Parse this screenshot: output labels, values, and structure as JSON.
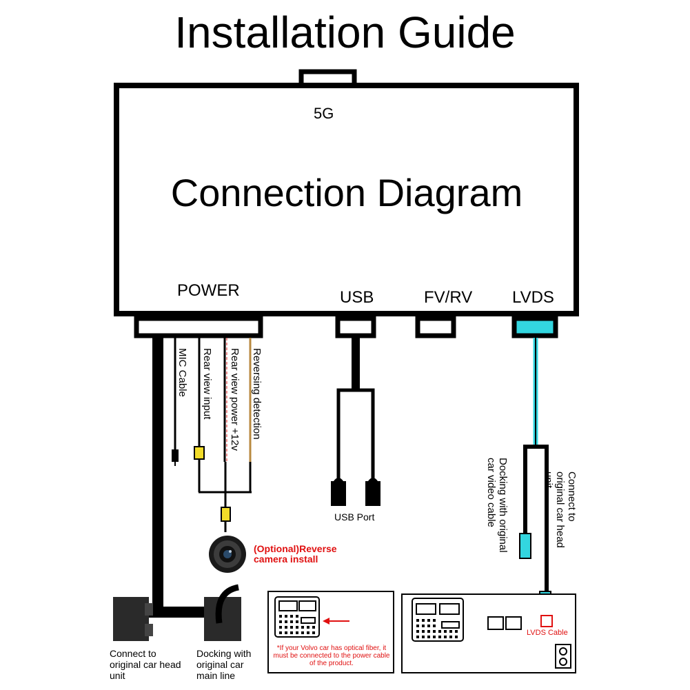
{
  "title": "Installation Guide",
  "box": {
    "top_label": "5G",
    "center_title": "Connection Diagram"
  },
  "ports": {
    "power": "POWER",
    "usb": "USB",
    "fvrv": "FV/RV",
    "lvds": "LVDS"
  },
  "wires": {
    "mic": "MIC Cable",
    "rear_input": "Rear view input",
    "rear_power": "Rear view power +12v",
    "reversing": "Reversing detection"
  },
  "usb_port_label": "USB Port",
  "camera_label_line1": "(Optional)Reverse",
  "camera_label_line2": "camera install",
  "lvds_branches": {
    "docking": "Docking with original car video cable",
    "connect": "Connect to original car head unit"
  },
  "bottom_labels": {
    "head_unit": "Connect to original car head unit",
    "main_line": "Docking with original car main line"
  },
  "volvo_note": "*If your Volvo car has optical fiber, it must be connected to the power cable of the product.",
  "lvds_cable_label": "LVDS Cable",
  "colors": {
    "lvds": "#33d6e0",
    "red_wire": "#e02020",
    "orange_wire": "#b88a40",
    "yellow": "#f2dc2a",
    "note_red": "#e01010"
  }
}
